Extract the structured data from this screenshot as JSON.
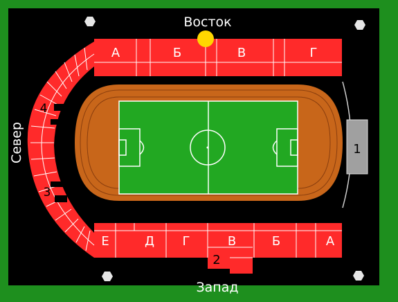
{
  "directions": {
    "east": "Восток",
    "west": "Запад",
    "north": "Север"
  },
  "east_stand": {
    "sections": [
      "А",
      "Б",
      "В",
      "Г"
    ]
  },
  "west_stand": {
    "sections": [
      "Е",
      "Д",
      "Г",
      "В",
      "Б",
      "А"
    ],
    "number": "2"
  },
  "north_stand": {
    "upper_number": "4",
    "lower_number": "3"
  },
  "south_block": {
    "number": "1"
  },
  "colors": {
    "grass_border": "#1e8f1e",
    "background": "#000000",
    "stands": "#ff2a2a",
    "track": "#c8661a",
    "pitch": "#22a822",
    "lines": "#ffffff",
    "sun": "#ffd700",
    "block": "#a0a0a0",
    "floodlights": "#e6e6e6"
  }
}
